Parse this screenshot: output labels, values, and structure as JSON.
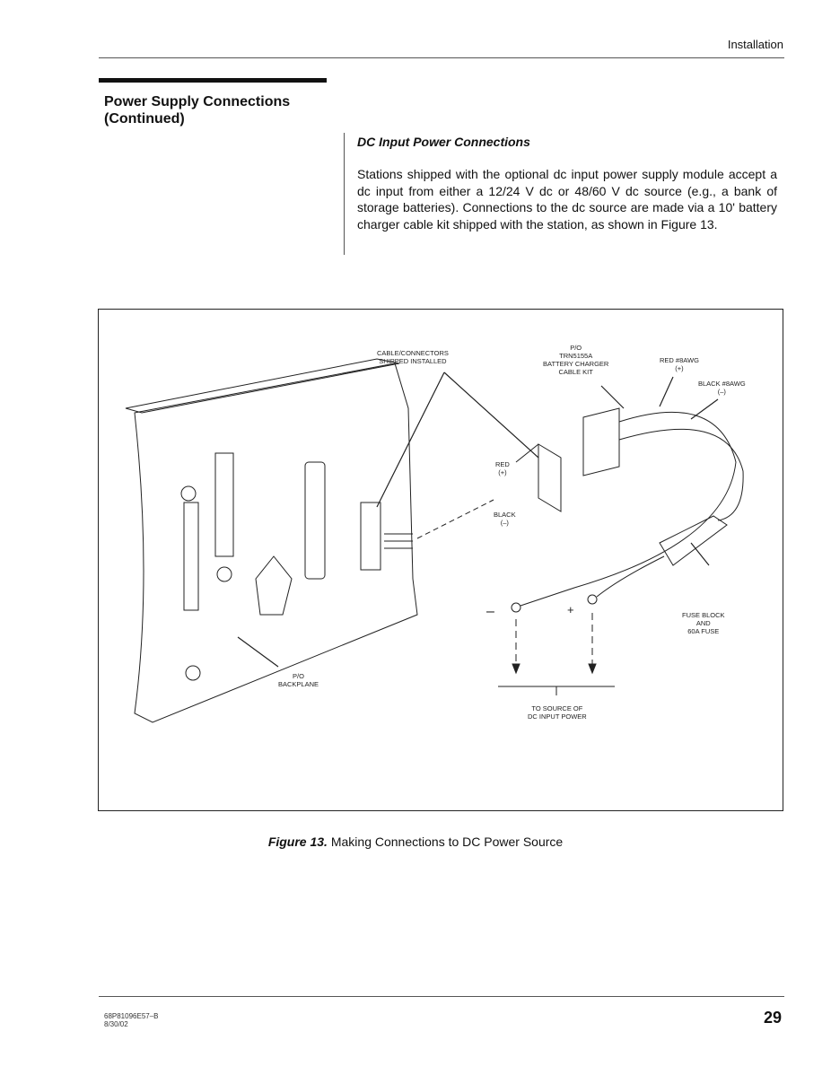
{
  "header": {
    "section": "Installation"
  },
  "section_title": [
    "Power Supply Connections",
    "(Continued)"
  ],
  "subsection_title": "DC Input Power Connections",
  "paragraph": "Stations shipped with the optional dc input power supply module accept a dc input from either a 12/24 V dc or 48/60 V dc source (e.g., a bank of storage batteries). Connections to the dc source are made via a 10' battery charger cable kit shipped with the station, as shown in Figure 13.",
  "figure": {
    "labels": {
      "cable_connectors": [
        "CABLE/CONNECTORS",
        "SHIPPED INSTALLED"
      ],
      "kit": [
        "P/O",
        "TRN5155A",
        "BATTERY CHARGER",
        "CABLE KIT"
      ],
      "red_awg": [
        "RED #8AWG",
        "(+)"
      ],
      "black_awg": [
        "BLACK #8AWG",
        "(–)"
      ],
      "red": [
        "RED",
        "(+)"
      ],
      "black": [
        "BLACK",
        "(–)"
      ],
      "fuse": [
        "FUSE BLOCK",
        "AND",
        "60A FUSE"
      ],
      "backplane": [
        "P/O",
        "BACKPLANE"
      ],
      "source": [
        "TO SOURCE OF",
        "DC INPUT POWER"
      ],
      "minus": "–",
      "plus": "+"
    },
    "caption_num": "Figure 13.",
    "caption_text": " Making Connections to  DC Power Source"
  },
  "footer": {
    "doc": "68P81096E57–B",
    "date": "8/30/02",
    "page": "29"
  }
}
